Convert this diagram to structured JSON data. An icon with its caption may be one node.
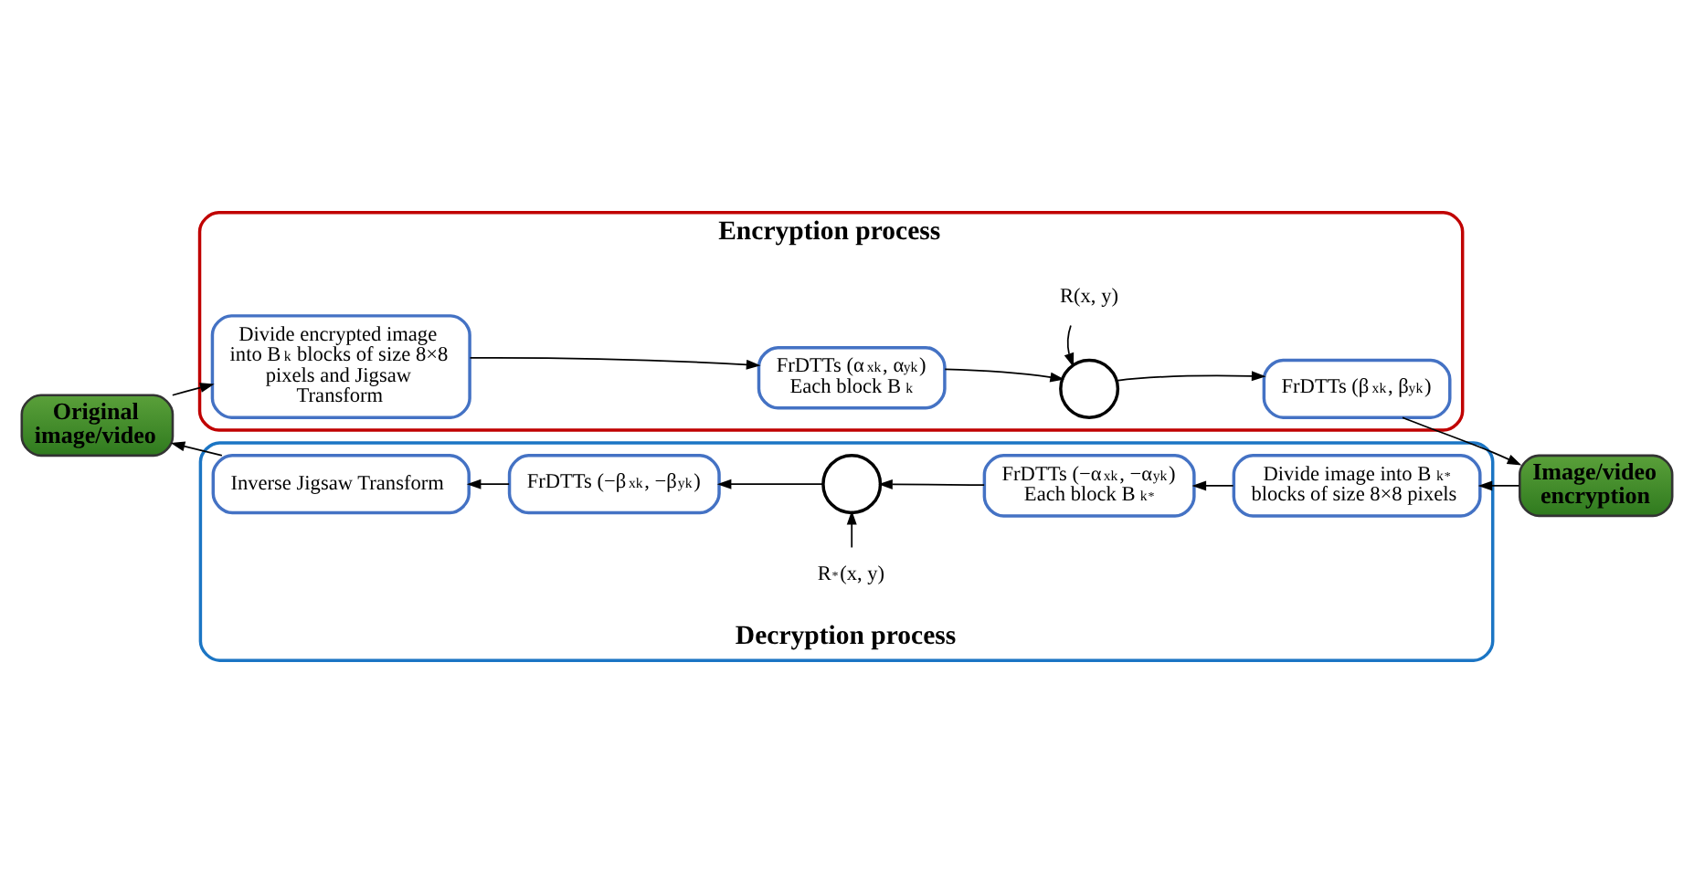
{
  "diagram": {
    "nodes": [
      {
        "text": [
          "Encryption process"
        ]
      },
      {
        "text": [
          "Decryption process"
        ]
      },
      {
        "text": [
          "Original image/video"
        ]
      },
      {
        "text": [
          "Divide encrypted image into B$_{k}$ blocks of size 8×8 pixels and Jigsaw Transform"
        ],
        "in": 0
      },
      {
        "text": [
          "FrDTTs (α$_{xk}$, α$_{yk}$)",
          "Each block B$_{k}$"
        ],
        "in": 0
      },
      {
        "text": [],
        "shape": "circle",
        "in": 0
      },
      {
        "text": [
          "R(x, y)"
        ],
        "in": 0
      },
      {
        "text": [
          "FrDTTs (β$_{xk}$, β$_{yk}$)"
        ],
        "in": 0
      },
      {
        "text": [
          "Image/video encryption"
        ]
      },
      {
        "text": [
          "Divide image into B$_{k}$$^{*}$ blocks of size 8×8 pixels"
        ],
        "in": 1
      },
      {
        "text": [
          "FrDTTs (−α$_{xk}$, −α$_{yk}$)",
          "Each block B$_{k}$$^{*}$"
        ],
        "in": 1
      },
      {
        "text": [
          "R$^{*}$(x, y)"
        ],
        "in": 1
      },
      {
        "text": [],
        "shape": "circle",
        "in": 1
      },
      {
        "text": [
          "FrDTTs (−β$_{xk}$, −β$_{yk}$)"
        ],
        "in": 1
      },
      {
        "text": [
          "Inverse Jigsaw Transform"
        ],
        "in": 1
      }
    ],
    "edges": [
      {
        "from": 2,
        "to": 3,
        "arrow": "to"
      },
      {
        "from": 3,
        "to": 4,
        "arrow": "to"
      },
      {
        "from": 4,
        "to": 5,
        "arrow": "to"
      },
      {
        "from": 6,
        "to": 5,
        "arrow": "to"
      },
      {
        "from": 5,
        "to": 7,
        "arrow": "to"
      },
      {
        "from": 7,
        "to": 8,
        "arrow": "to"
      },
      {
        "from": 8,
        "to": 9,
        "arrow": "to"
      },
      {
        "from": 9,
        "to": 10,
        "arrow": "to"
      },
      {
        "from": 10,
        "to": 12,
        "arrow": "to"
      },
      {
        "from": 11,
        "to": 12,
        "arrow": "to"
      },
      {
        "from": 12,
        "to": 13,
        "arrow": "to"
      },
      {
        "from": 13,
        "to": 14,
        "arrow": "to"
      },
      {
        "from": 14,
        "to": 2,
        "arrow": "to"
      }
    ]
  }
}
